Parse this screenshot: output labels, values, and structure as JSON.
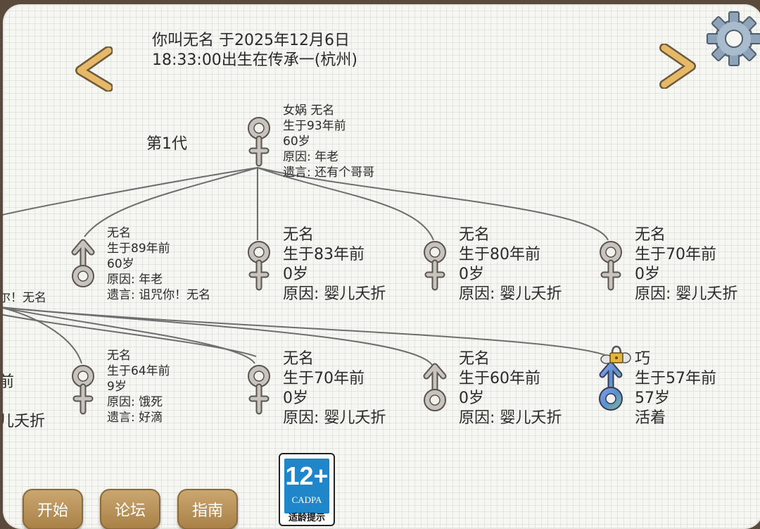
{
  "header": {
    "line1": "你叫无名 于2025年12月6日",
    "line2": "18:33:00出生在传承一(杭州)"
  },
  "tree": {
    "generation_label": "第1代",
    "root": {
      "name": "女娲 无名",
      "born": "生于93年前",
      "age": "60岁",
      "cause": "原因: 年老",
      "will": "遗言: 还有个哥哥"
    },
    "row1": [
      {
        "name": "无名",
        "born": "生于89年前",
        "age": "60岁",
        "cause": "原因: 年老",
        "will": "遗言: 诅咒你！无名"
      },
      {
        "name": "无名",
        "born": "生于83年前",
        "age": "0岁",
        "cause": "原因: 婴儿夭折"
      },
      {
        "name": "无名",
        "born": "生于80年前",
        "age": "0岁",
        "cause": "原因: 婴儿夭折"
      },
      {
        "name": "无名",
        "born": "生于70年前",
        "age": "0岁",
        "cause": "原因: 婴儿夭折"
      }
    ],
    "row2": [
      {
        "name": "无名",
        "born": "生于64年前",
        "age": "9岁",
        "cause": "原因: 饿死",
        "will": "遗言: 好滴"
      },
      {
        "name": "无名",
        "born": "生于70年前",
        "age": "0岁",
        "cause": "原因: 婴儿夭折"
      },
      {
        "name": "无名",
        "born": "生于60年前",
        "age": "0岁",
        "cause": "原因: 婴儿夭折"
      },
      {
        "name": "巧",
        "born": "生于57年前",
        "age": "57岁",
        "status": "活着"
      }
    ],
    "clipped": {
      "will_fragment": "尔！无名",
      "text_a": "前",
      "text_b": "儿夭折"
    }
  },
  "buttons": {
    "start": "开始",
    "forum": "论坛",
    "guide": "指南"
  },
  "rating": {
    "age": "12+",
    "org": "CADPA",
    "tip": "适龄提示"
  },
  "icons": [
    "chevron-left-icon",
    "chevron-right-icon",
    "gear-icon",
    "female-symbol-icon",
    "male-symbol-icon",
    "lock-icon"
  ],
  "colors": {
    "button_gold": "#b8925a",
    "rating_blue": "#1f86c9",
    "arrow_gold": "#e7b867",
    "gear_blue": "#8ea3b8"
  }
}
